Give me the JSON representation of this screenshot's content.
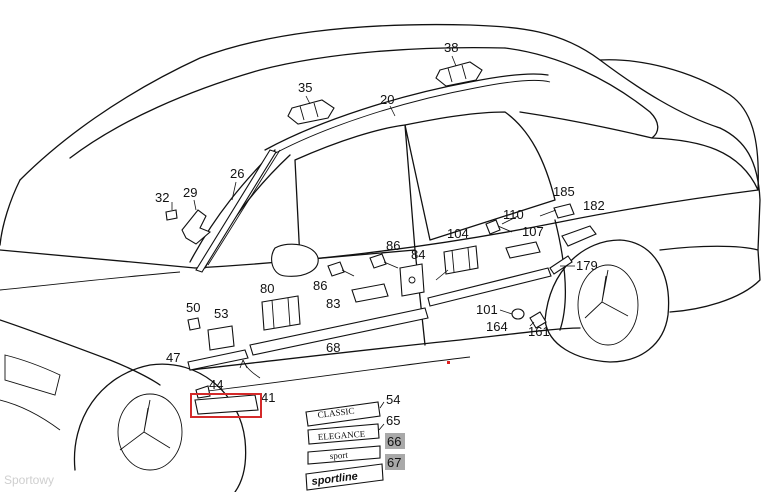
{
  "diagram": {
    "callouts": [
      "38",
      "35",
      "20",
      "26",
      "32",
      "29",
      "185",
      "182",
      "110",
      "107",
      "104",
      "86",
      "86",
      "84",
      "179",
      "80",
      "83",
      "86",
      "50",
      "53",
      "101",
      "164",
      "161",
      "68",
      "47",
      "44",
      "41",
      "54",
      "65",
      "66",
      "67"
    ],
    "badges": [
      "CLASSIC",
      "ELEGANCE",
      "sport",
      "sportline"
    ],
    "colors": {
      "highlight": "#d42a2a",
      "marker": "#e02020",
      "line": "#111111",
      "gray_label": "#a9a9a9"
    },
    "watermark": "Sportowy"
  }
}
